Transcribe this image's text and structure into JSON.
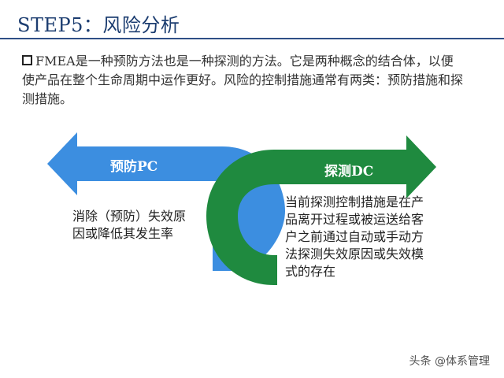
{
  "header": {
    "title": "STEP5：风险分析"
  },
  "intro": {
    "text": "FMEA是一种预防方法也是一种探测的方法。它是两种概念的结合体，以便使产品在整个生命周期中运作更好。风险的控制措施通常有两类：预防措施和探测措施。"
  },
  "diagram": {
    "prevention": {
      "label": "预防PC",
      "description": "消除（预防）失效原因或降低其发生率",
      "color": "#3c8ee0"
    },
    "detection": {
      "label": "探测DC",
      "description": "当前探测控制措施是在产品离开过程或被运送给客户之前通过自动或手动方法探测失效原因或失效模式的存在",
      "color": "#1f8a3f"
    }
  },
  "watermark": {
    "text": "头条 @体系管理"
  }
}
